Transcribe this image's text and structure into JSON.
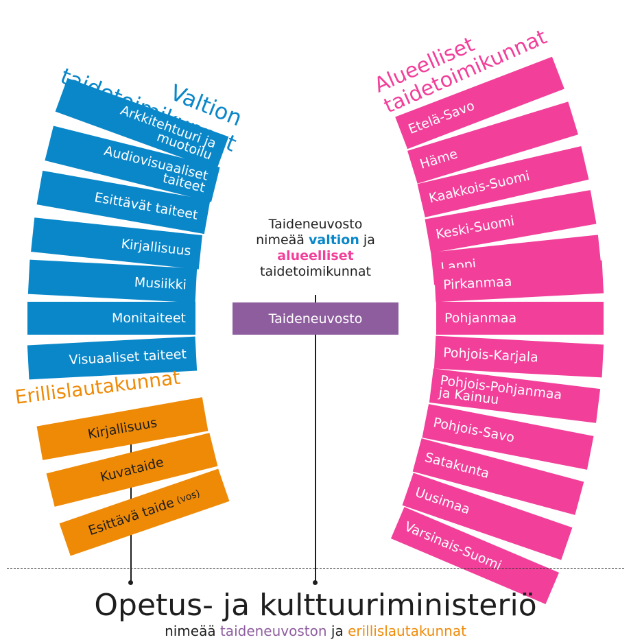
{
  "state_committees": {
    "heading_line1": "Valtion",
    "heading_line2": "taidetoimikunnat",
    "color": "#0a87c9",
    "items": [
      {
        "label_line1": "Arkkitehtuuri ja",
        "label_line2": "muotoilu"
      },
      {
        "label_line1": "Audiovisuaaliset",
        "label_line2": "taiteet"
      },
      {
        "label_line1": "Esittävät taiteet",
        "label_line2": ""
      },
      {
        "label_line1": "Kirjallisuus",
        "label_line2": ""
      },
      {
        "label_line1": "Musiikki",
        "label_line2": ""
      },
      {
        "label_line1": "Monitaiteet",
        "label_line2": ""
      },
      {
        "label_line1": "Visuaaliset taiteet",
        "label_line2": ""
      }
    ]
  },
  "separate_boards": {
    "heading": "Erillislautakunnat",
    "color": "#ef8a07",
    "items": [
      {
        "label": "Kirjallisuus",
        "suffix": ""
      },
      {
        "label": "Kuvataide",
        "suffix": ""
      },
      {
        "label": "Esittävä taide",
        "suffix": "(vos)"
      }
    ]
  },
  "regional_committees": {
    "heading_line1": "Alueelliset",
    "heading_line2": "taidetoimikunnat",
    "color": "#f23f9a",
    "items": [
      {
        "label_line1": "Etelä-Savo",
        "label_line2": ""
      },
      {
        "label_line1": "Häme",
        "label_line2": ""
      },
      {
        "label_line1": "Kaakkois-Suomi",
        "label_line2": ""
      },
      {
        "label_line1": "Keski-Suomi",
        "label_line2": ""
      },
      {
        "label_line1": "Lappi",
        "label_line2": ""
      },
      {
        "label_line1": "Pirkanmaa",
        "label_line2": ""
      },
      {
        "label_line1": "Pohjanmaa",
        "label_line2": ""
      },
      {
        "label_line1": "Pohjois-Karjala",
        "label_line2": ""
      },
      {
        "label_line1": "Pohjois-Pohjanmaa",
        "label_line2": "ja Kainuu"
      },
      {
        "label_line1": "Pohjois-Savo",
        "label_line2": ""
      },
      {
        "label_line1": "Satakunta",
        "label_line2": ""
      },
      {
        "label_line1": "Uusimaa",
        "label_line2": ""
      },
      {
        "label_line1": "Varsinais-Suomi",
        "label_line2": ""
      }
    ]
  },
  "arts_council": {
    "note_line1": "Taideneuvosto",
    "note_line2_a": "nimeää ",
    "note_line2_b": "valtion",
    "note_line2_c": " ja",
    "note_line3": "alueelliset",
    "note_line4": "taidetoimikunnat",
    "box_label": "Taideneuvosto",
    "color": "#8e5d9e"
  },
  "ministry": {
    "title": "Opetus- ja kulttuuriministeriö",
    "sub_a": "nimeää ",
    "sub_b": "taideneuvoston",
    "sub_c": " ja ",
    "sub_d": "erillislautakunnat"
  }
}
